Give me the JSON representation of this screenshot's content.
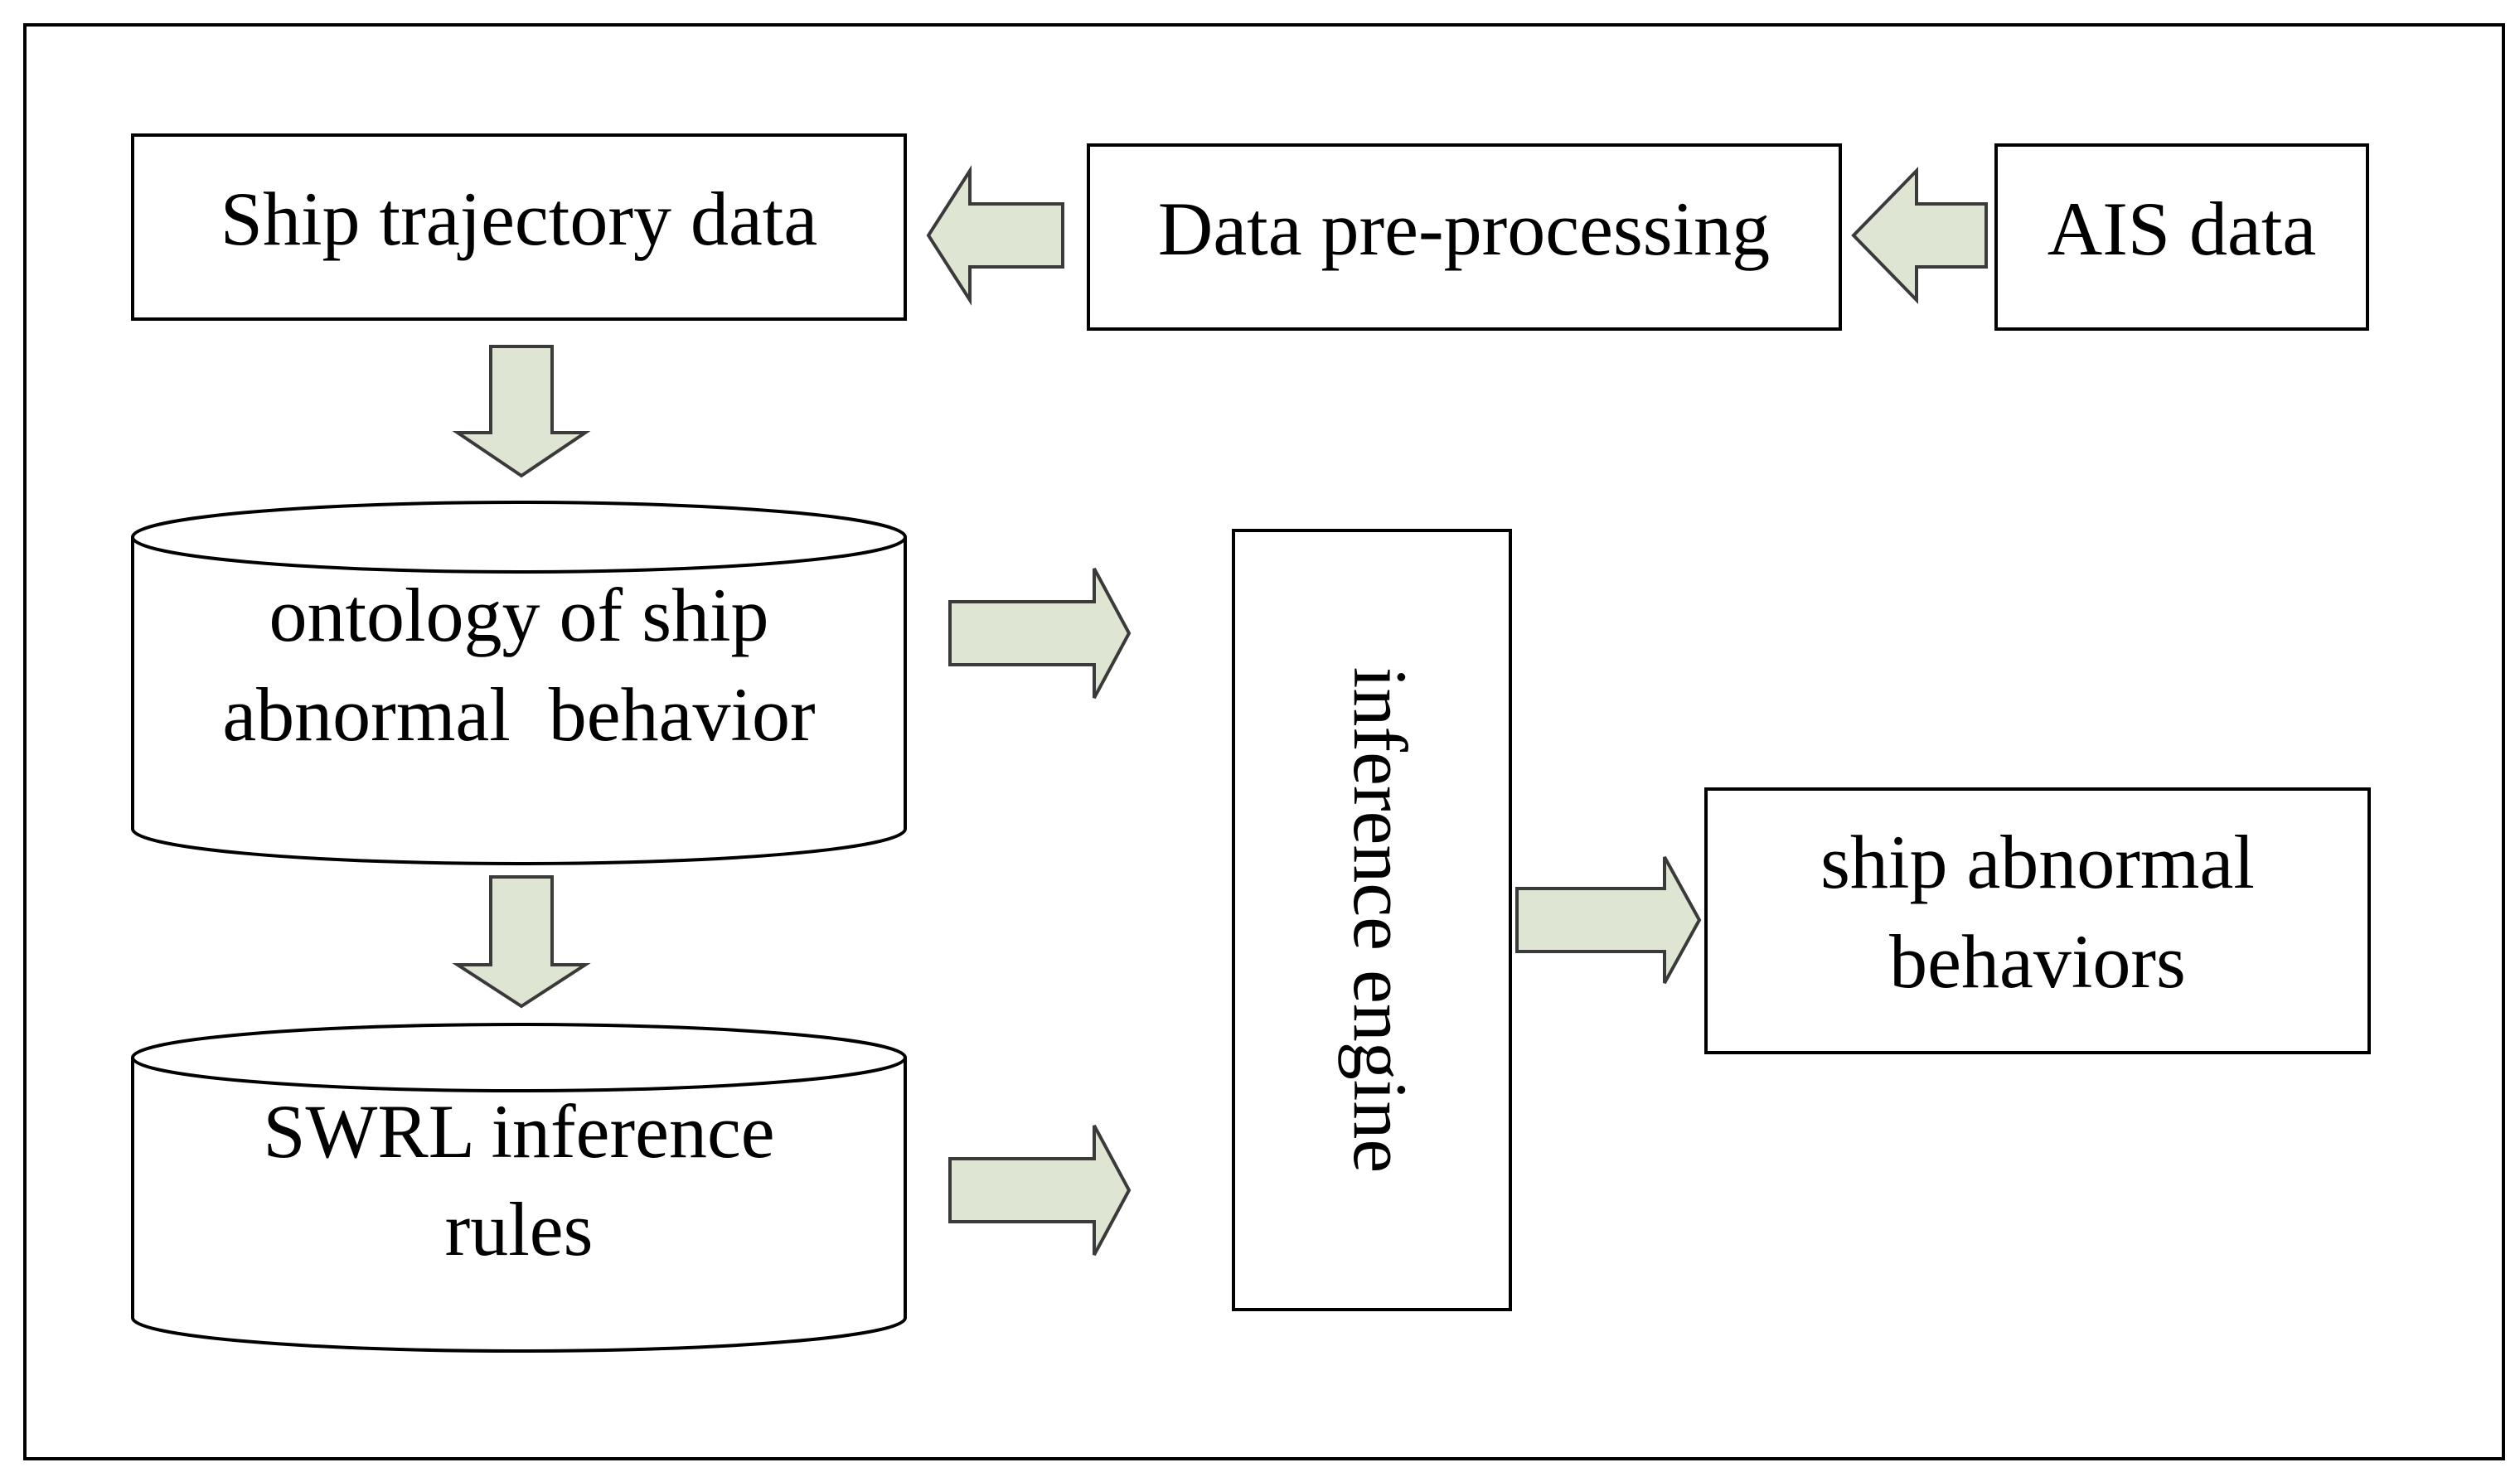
{
  "diagram": {
    "nodes": {
      "ais": {
        "label": "AIS data",
        "shape": "rect"
      },
      "preprocess": {
        "label": "Data pre-processing",
        "shape": "rect"
      },
      "trajectory": {
        "label": "Ship trajectory data",
        "shape": "rect"
      },
      "ontology": {
        "lines": [
          "ontology of ship",
          "abnormal  behavior"
        ],
        "shape": "cylinder"
      },
      "swrl": {
        "lines": [
          "SWRL inference",
          "rules"
        ],
        "shape": "cylinder"
      },
      "engine": {
        "label": "inference engine",
        "shape": "rect",
        "text_orientation": "vertical"
      },
      "output": {
        "lines": [
          "ship abnormal",
          "behaviors"
        ],
        "shape": "rect"
      }
    },
    "edges": [
      {
        "from": "ais",
        "to": "preprocess"
      },
      {
        "from": "preprocess",
        "to": "trajectory"
      },
      {
        "from": "trajectory",
        "to": "ontology"
      },
      {
        "from": "ontology",
        "to": "swrl"
      },
      {
        "from": "ontology",
        "to": "engine"
      },
      {
        "from": "swrl",
        "to": "engine"
      },
      {
        "from": "engine",
        "to": "output"
      }
    ],
    "colors": {
      "stroke": "#000000",
      "arrow_fill": "#dfe5d3",
      "arrow_stroke": "#3a3a3a",
      "background": "#ffffff"
    }
  }
}
